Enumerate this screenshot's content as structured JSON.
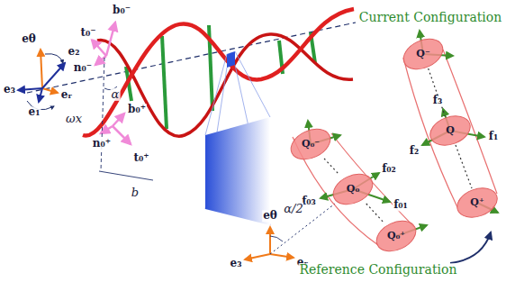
{
  "diagram": {
    "nodes": [
      {
        "text": [
          "Q⁻"
        ]
      },
      {
        "text": [
          "Q"
        ]
      },
      {
        "text": [
          "Q⁺"
        ]
      },
      {
        "text": [
          "Q₀⁻"
        ]
      },
      {
        "text": [
          "Q₀"
        ]
      },
      {
        "text": [
          "Q₀⁺"
        ]
      }
    ],
    "edges": [
      {
        "from": 0,
        "to": 1,
        "arrow": "none"
      },
      {
        "from": 1,
        "to": 2,
        "arrow": "none"
      },
      {
        "from": 3,
        "to": 4,
        "arrow": "none"
      },
      {
        "from": 4,
        "to": 5,
        "arrow": "none"
      }
    ],
    "labels": [
      "Current Configuration",
      "t₀⁻",
      "b₀⁻",
      "eθ",
      "e₂",
      "n₀⁻",
      "α",
      "e₃",
      "eᵣ",
      "e₁",
      "ωx",
      "b₀⁺",
      "n₀⁺",
      "t₀⁺",
      "b",
      "f₃",
      "f₁",
      "f₂",
      "f₀₂",
      "f₀₁",
      "f₀₃",
      "eθ",
      "α/2",
      "e₃",
      "eᵣ",
      "Reference Configuration"
    ]
  }
}
